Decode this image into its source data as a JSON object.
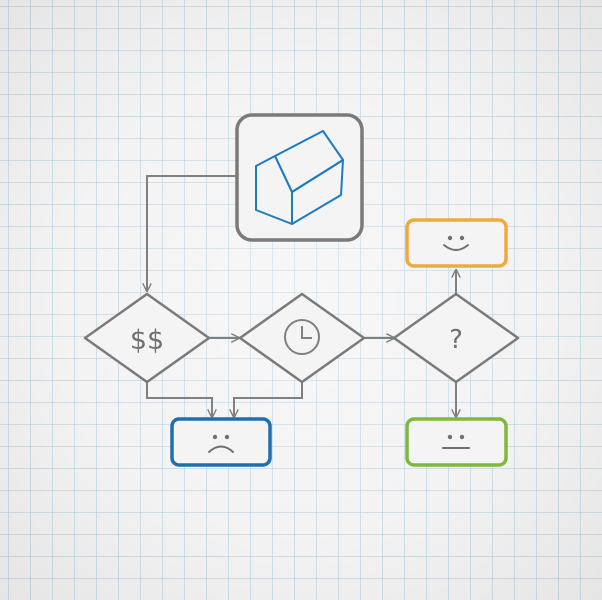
{
  "flowchart": {
    "start_node": {
      "icon": "house-icon"
    },
    "decisions": [
      {
        "id": "cost",
        "symbol": "$$"
      },
      {
        "id": "time",
        "icon": "clock-icon"
      },
      {
        "id": "unknown",
        "symbol": "?"
      }
    ],
    "outcomes": [
      {
        "id": "sad",
        "face": ":(",
        "icon": "sad-face-icon",
        "color": "#1f6fb0"
      },
      {
        "id": "happy",
        "face": ":)",
        "icon": "happy-face-icon",
        "color": "#f0aa3c"
      },
      {
        "id": "neutral",
        "face": ":|",
        "icon": "neutral-face-icon",
        "color": "#80b83a"
      }
    ]
  },
  "colors": {
    "line": "#808080",
    "node_border": "#7a7a7a",
    "house_stroke": "#1e7bbf",
    "grid": "#aacde1",
    "background": "#f3f3f3"
  }
}
